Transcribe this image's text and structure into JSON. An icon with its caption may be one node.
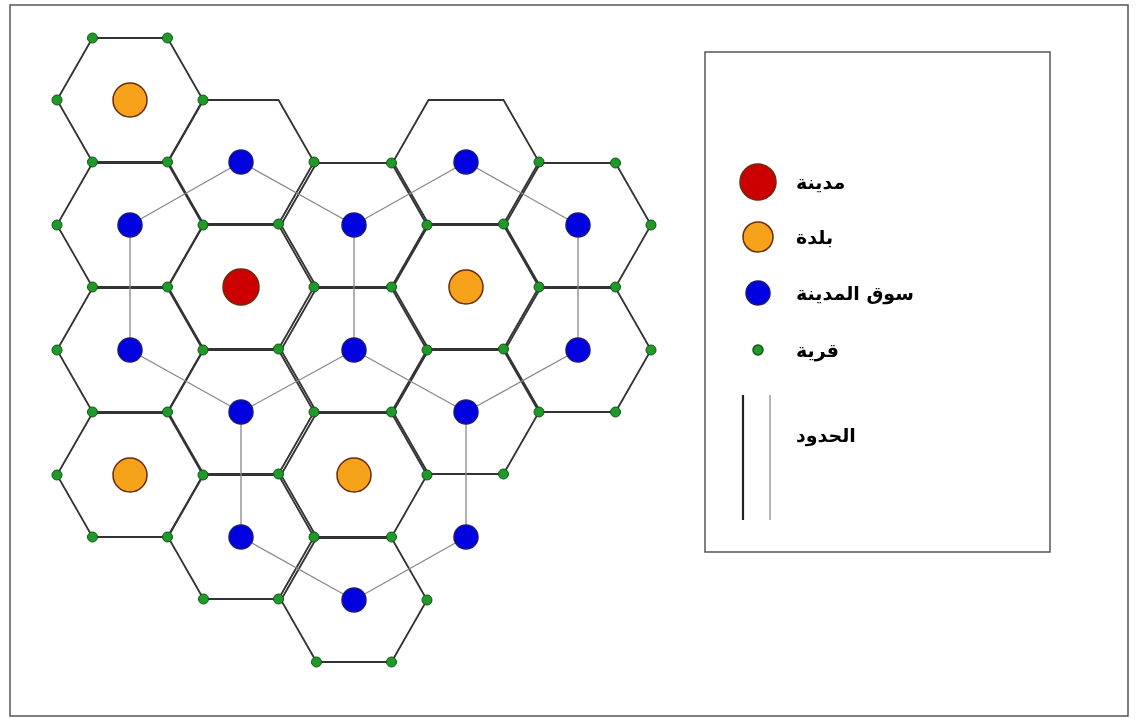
{
  "diagram": {
    "legend": [
      {
        "text": "مدينة",
        "color": "#cc0000"
      },
      {
        "text": "بلدة",
        "color": "#f7a21b"
      },
      {
        "text": "سوق المدينة",
        "color": "#0000e0"
      },
      {
        "text": "قرية",
        "color": "#1f9a2a"
      },
      {
        "text": "الحدود"
      }
    ]
  }
}
